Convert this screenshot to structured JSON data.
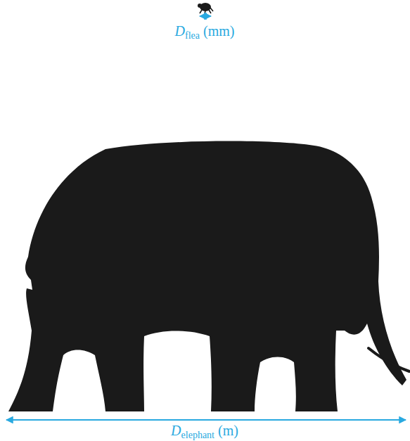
{
  "diagram": {
    "labels": [
      "D",
      "flea",
      "(mm)",
      "D",
      "elephant",
      "(m)"
    ]
  }
}
